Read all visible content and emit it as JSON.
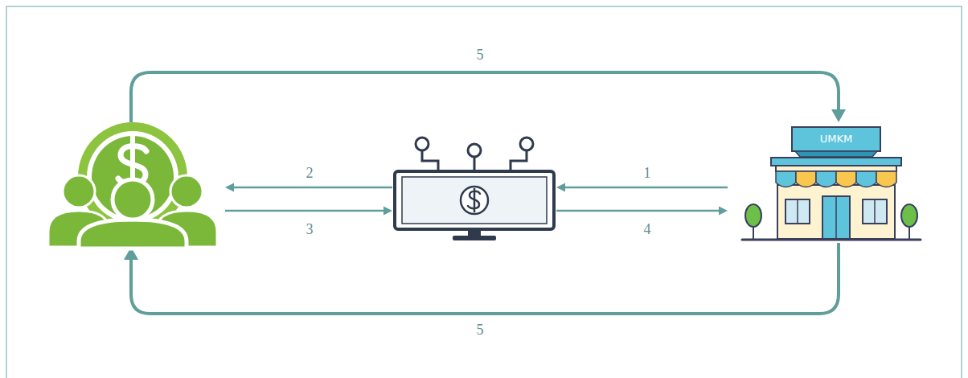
{
  "diagram": {
    "nodes": [
      {
        "text": []
      },
      {
        "text": []
      },
      {
        "text": [
          "UMKM"
        ]
      }
    ],
    "edges": [
      {
        "from": 2,
        "to": 1,
        "arrow": "to",
        "label": "1"
      },
      {
        "from": 1,
        "to": 0,
        "arrow": "to",
        "label": "2"
      },
      {
        "from": 0,
        "to": 1,
        "arrow": "to",
        "label": "3"
      },
      {
        "from": 1,
        "to": 2,
        "arrow": "to",
        "label": "4"
      },
      {
        "from": 0,
        "to": 2,
        "arrow": "to",
        "label": "5"
      },
      {
        "from": 2,
        "to": 0,
        "arrow": "to",
        "label": "5"
      }
    ]
  }
}
